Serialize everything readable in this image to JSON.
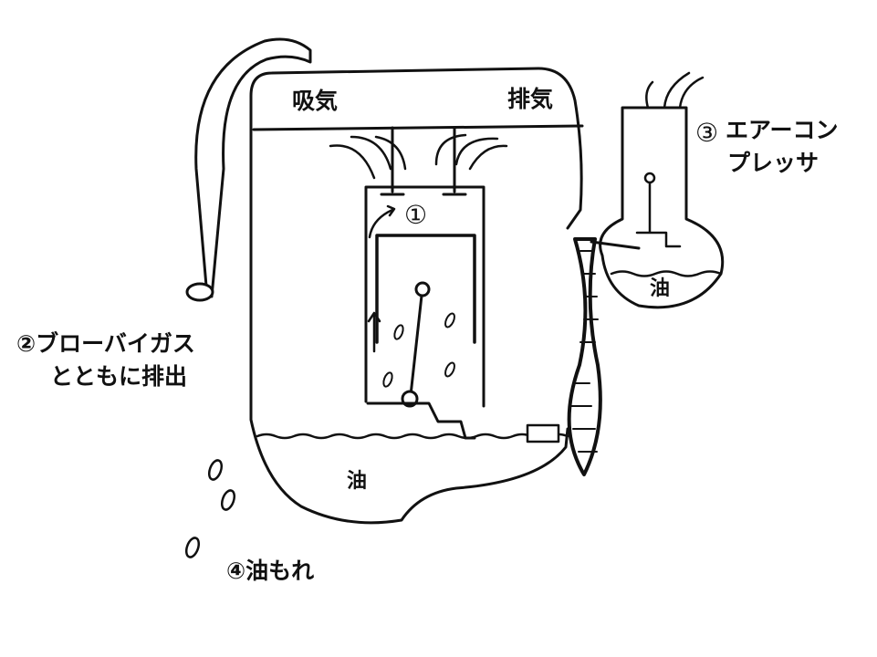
{
  "labels": {
    "intake": "吸気",
    "exhaust": "排気",
    "oil_sump": "油",
    "oil_compressor": "油",
    "marker_1": "①",
    "blowby_line1": "②ブローバイガス",
    "blowby_line2": "とともに排出",
    "compressor_marker": "③",
    "compressor_line1": "エアーコン",
    "compressor_line2": "プレッサ",
    "leak": "④油もれ"
  },
  "colors": {
    "ink": "#111111",
    "background": "#ffffff"
  }
}
